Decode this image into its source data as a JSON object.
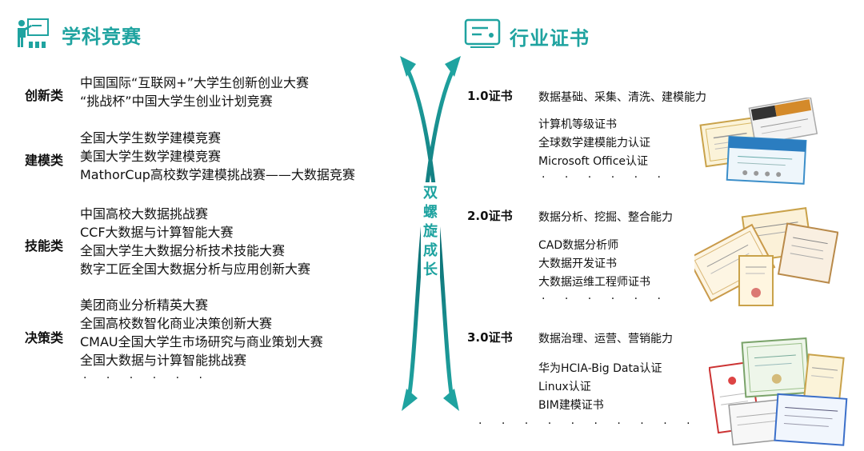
{
  "left": {
    "title": "学科竞赛",
    "icon": "teacher-presentation-icon",
    "categories": [
      {
        "label": "创新类",
        "items": [
          "中国国际“互联网+”大学生创新创业大赛",
          "“挑战杯”中国大学生创业计划竞赛"
        ]
      },
      {
        "label": "建模类",
        "items": [
          "全国大学生数学建模竞赛",
          "美国大学生数学建模竞赛",
          "MathorCup高校数学建模挑战赛——大数据竞赛"
        ]
      },
      {
        "label": "技能类",
        "items": [
          "中国高校大数据挑战赛",
          "CCF大数据与计算智能大赛",
          "全国大学生大数据分析技术技能大赛",
          "数字工匠全国大数据分析与应用创新大赛"
        ]
      },
      {
        "label": "决策类",
        "items": [
          "美团商业分析精英大赛",
          "全国高校数智化商业决策创新大赛",
          "CMAU全国大学生市场研究与商业策划大赛",
          "全国大数据与计算智能挑战赛"
        ]
      }
    ],
    "ellipsis": "· · · · · ·"
  },
  "center": {
    "label": "双螺旋成长",
    "accent_color": "#1fa3a0"
  },
  "right": {
    "title": "行业证书",
    "icon": "certificate-icon",
    "levels": [
      {
        "label": "1.0证书",
        "desc": "数据基础、采集、清洗、建模能力",
        "items": [
          "计算机等级证书",
          "全球数学建模能力认证",
          "Microsoft Office认证"
        ],
        "ellipsis": "· · · · · ·"
      },
      {
        "label": "2.0证书",
        "desc": "数据分析、挖掘、整合能力",
        "items": [
          "CAD数据分析师",
          "大数据开发证书",
          "大数据运维工程师证书"
        ],
        "ellipsis": "· · · · · ·"
      },
      {
        "label": "3.0证书",
        "desc": "数据治理、运营、营销能力",
        "items": [
          "华为HCIA-Big Data认证",
          "Linux认证",
          "BIM建模证书"
        ],
        "ellipsis": "· · · · · · · · · ·"
      }
    ]
  }
}
